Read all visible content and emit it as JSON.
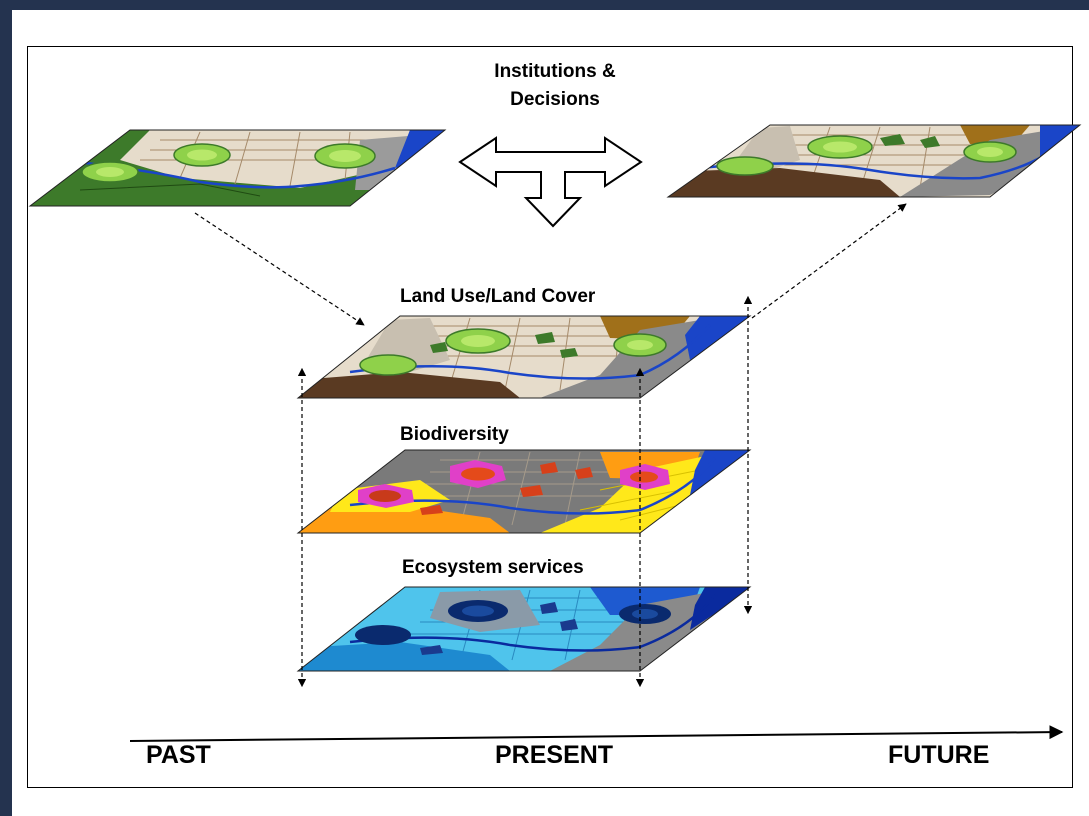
{
  "header": {
    "institutions_label": "Institutions &",
    "decisions_label": "Decisions"
  },
  "layers": {
    "land_use": "Land Use/Land Cover",
    "biodiversity": "Biodiversity",
    "ecosystem_services": "Ecosystem services"
  },
  "timeline": {
    "past": "PAST",
    "present": "PRESENT",
    "future": "FUTURE"
  },
  "palette": {
    "frame_bar": "#24334f",
    "forest_green": "#3d7a2a",
    "light_green": "#8fd14a",
    "water_blue": "#1a45c8",
    "soil_brown": "#5a3a22",
    "ochre": "#a0701a",
    "beige": "#e6dccb",
    "gray": "#8a8a8a",
    "orange": "#ff9d12",
    "yellow": "#ffe81a",
    "magenta": "#e040c8",
    "red": "#d7401a",
    "sky_blue": "#4fc4ec",
    "mid_blue": "#1e8ad0",
    "navy": "#0a2a6e"
  }
}
